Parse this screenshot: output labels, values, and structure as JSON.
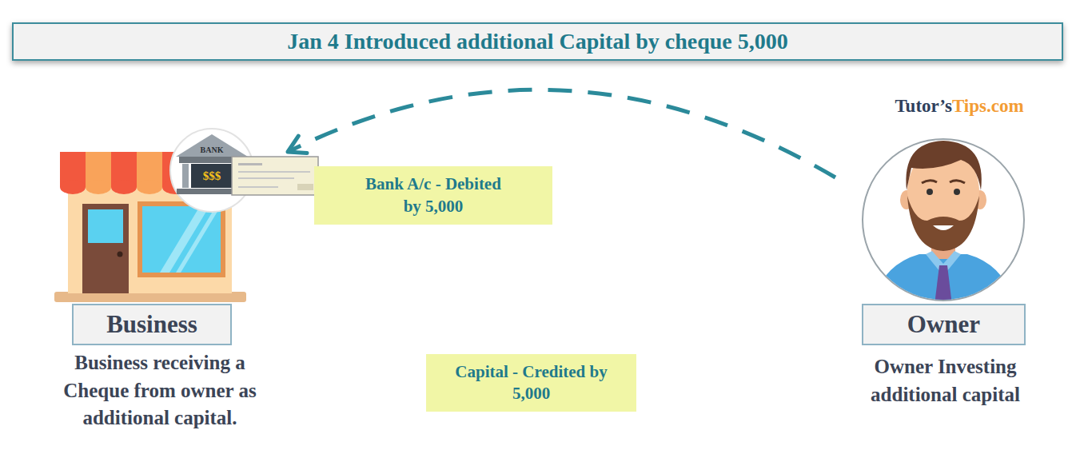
{
  "diagram": {
    "title": "Jan 4 Introduced additional Capital by cheque 5,000",
    "nodes": [
      {
        "text": [
          "Bank A/c - Debited by 5,000"
        ]
      },
      {
        "text": [
          "Business",
          "Business receiving a Cheque from owner as additional capital."
        ]
      },
      {
        "text": [
          "Owner",
          "Owner Investing additional capital"
        ]
      },
      {
        "text": [
          "Capital - Credited by 5,000"
        ]
      }
    ],
    "edges": [
      {
        "from": 2,
        "to": 1,
        "arrow": "to"
      }
    ],
    "labels": [
      "Tutor’sTips.com",
      "BANK",
      "$$$"
    ]
  }
}
